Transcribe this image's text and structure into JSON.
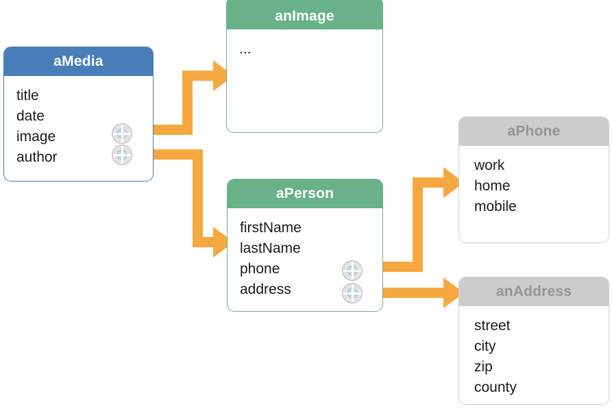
{
  "diagram": {
    "title": "object-graph-connections",
    "accent_color": "#f5a83f",
    "nodes": [
      {
        "id": "aMedia",
        "title": "aMedia",
        "theme": "blue",
        "header_color": "#4a7ebb",
        "border_color": "#4a78b5",
        "title_color": "#ffffff",
        "attributes": [
          "title",
          "date",
          "image",
          "author"
        ],
        "ports": [
          "image-port",
          "author-port"
        ]
      },
      {
        "id": "anImage",
        "title": "anImage",
        "theme": "green",
        "header_color": "#68b189",
        "border_color": "#6cb089",
        "title_color": "#ffffff",
        "attributes": [
          "..."
        ],
        "ports": []
      },
      {
        "id": "aPerson",
        "title": "aPerson",
        "theme": "green",
        "header_color": "#68b189",
        "border_color": "#6cb089",
        "title_color": "#ffffff",
        "attributes": [
          "firstName",
          "lastName",
          "phone",
          "address"
        ],
        "ports": [
          "phone-port",
          "address-port"
        ]
      },
      {
        "id": "aPhone",
        "title": "aPhone",
        "theme": "gray",
        "header_color": "#cccccc",
        "border_color": "#cfcfcf",
        "title_color": "#939393",
        "attributes": [
          "work",
          "home",
          "mobile"
        ],
        "ports": []
      },
      {
        "id": "anAddress",
        "title": "anAddress",
        "theme": "gray",
        "header_color": "#cccccc",
        "border_color": "#cfcfcf",
        "title_color": "#939393",
        "attributes": [
          "street",
          "city",
          "zip",
          "county"
        ],
        "ports": []
      }
    ],
    "connections": [
      {
        "id": "image-to-anImage",
        "from": "aMedia.image",
        "to": "anImage",
        "color": "#f5a83f"
      },
      {
        "id": "author-to-aPerson",
        "from": "aMedia.author",
        "to": "aPerson",
        "color": "#f5a83f"
      },
      {
        "id": "phone-to-aPhone",
        "from": "aPerson.phone",
        "to": "aPhone",
        "color": "#f5a83f"
      },
      {
        "id": "address-to-anAddress",
        "from": "aPerson.address",
        "to": "anAddress",
        "color": "#f5a83f"
      }
    ]
  }
}
